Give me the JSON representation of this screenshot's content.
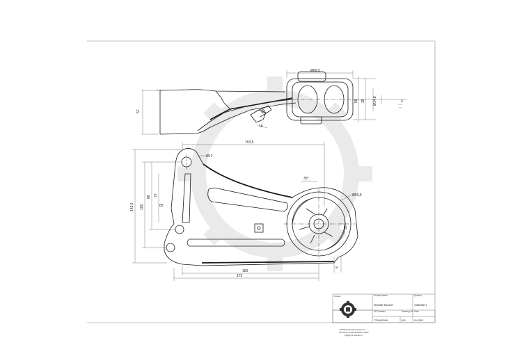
{
  "drawing": {
    "dimensions": {
      "top_width": "Ø69,5",
      "top_h1": "57",
      "top_h2": "56",
      "top_h3": "39",
      "top_h4": "Ø14,8",
      "top_h5": "4",
      "top_small": "18",
      "plan_width": "153,5",
      "plan_hole": "Ø12",
      "plan_h_total": "143,5",
      "plan_h_102": "102",
      "plan_h_86": "86",
      "plan_h_72": "72",
      "plan_r": "65",
      "plan_angle": "30°",
      "plan_bush": "Ø59,5",
      "plan_offset": "33",
      "plan_b160": "160",
      "plan_b173": "173",
      "plan_b8": "8"
    }
  },
  "title_block": {
    "producer_label": "Producer",
    "company_line1": "EMM Maximeti Motoryzacyjnej S.A.",
    "company_line2": "Opoczka 45, 87-800 Włocławek, Poland",
    "company_line3": "info@jpn.pl, www.dcn.pl",
    "product_name_label": "Product name",
    "product_name": "ENGINE MOUNT",
    "symbol_label": "Symbol",
    "symbol": "70/BKN571",
    "oe_number_label": "OE Number",
    "oe_number": "7700411049",
    "drawing_no_label": "Drawing No.",
    "drawing_no": "001",
    "date_label": "Date",
    "date": "01.0303"
  },
  "colors": {
    "line": "#1a1a1a",
    "thin": "#555555",
    "watermark": "#eeeeee"
  }
}
